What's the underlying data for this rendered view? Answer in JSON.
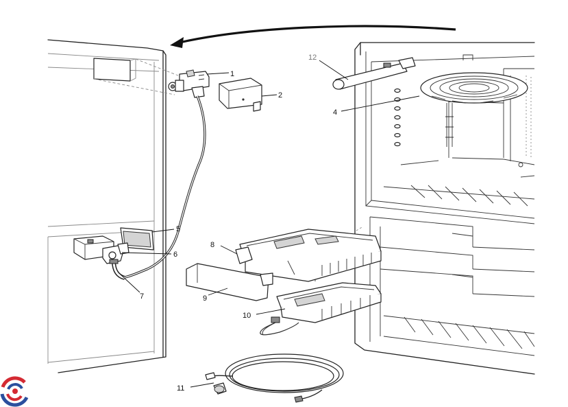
{
  "callouts": [
    {
      "id": "1",
      "text": "1"
    },
    {
      "id": "2",
      "text": "2"
    },
    {
      "id": "4",
      "text": "4"
    },
    {
      "id": "5",
      "text": "5"
    },
    {
      "id": "6",
      "text": "6"
    },
    {
      "id": "7",
      "text": "7"
    },
    {
      "id": "8",
      "text": "8"
    },
    {
      "id": "9",
      "text": "9"
    },
    {
      "id": "10",
      "text": "10"
    },
    {
      "id": "11",
      "text": "11"
    },
    {
      "id": "12",
      "text": "12"
    }
  ],
  "colors": {
    "line": "#222222",
    "logo_red": "#d42a33",
    "logo_blue": "#2b4f9e"
  },
  "icons": {
    "logo": "brand-logo-icon"
  }
}
